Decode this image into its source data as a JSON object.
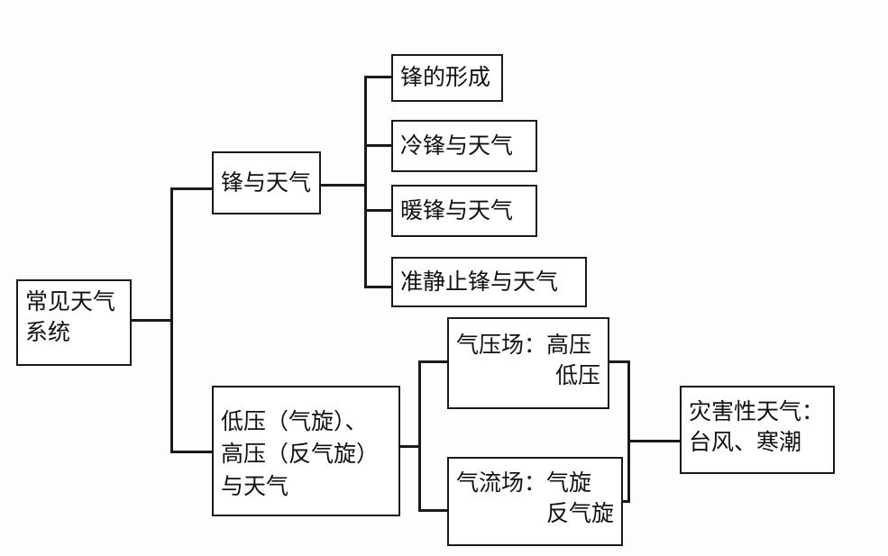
{
  "root": {
    "line1": "常见天气",
    "line2": "系统"
  },
  "front": {
    "label": "锋与天气",
    "children": [
      "锋的形成",
      "冷锋与天气",
      "暖锋与天气",
      "准静止锋与天气"
    ]
  },
  "pressure": {
    "line1": "低压（气旋）、",
    "line2": "高压（反气旋）",
    "line3": "与天气",
    "pressure_field": {
      "line1": "气压场：高压",
      "line2": "低压"
    },
    "airflow_field": {
      "line1": "气流场：气旋",
      "line2": "反气旋"
    }
  },
  "disaster": {
    "line1": "灾害性天气：",
    "line2": "台风、寒潮"
  }
}
